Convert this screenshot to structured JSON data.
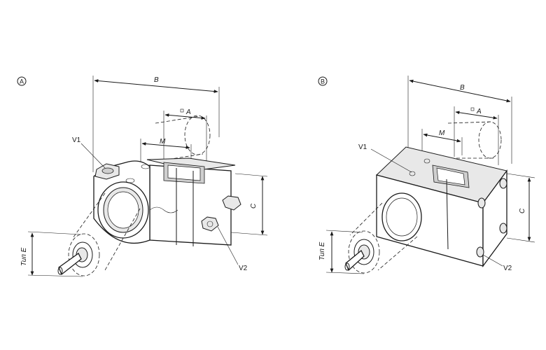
{
  "views": [
    {
      "marker": "A",
      "labels": {
        "B": "B",
        "A": "A",
        "M": "M",
        "C": "C",
        "V1": "V1",
        "V2": "V2",
        "E": "Тип E"
      }
    },
    {
      "marker": "B",
      "labels": {
        "B": "B",
        "A": "A",
        "M": "M",
        "C": "C",
        "V1": "V1",
        "V2": "V2",
        "E": "Тип E"
      }
    }
  ]
}
